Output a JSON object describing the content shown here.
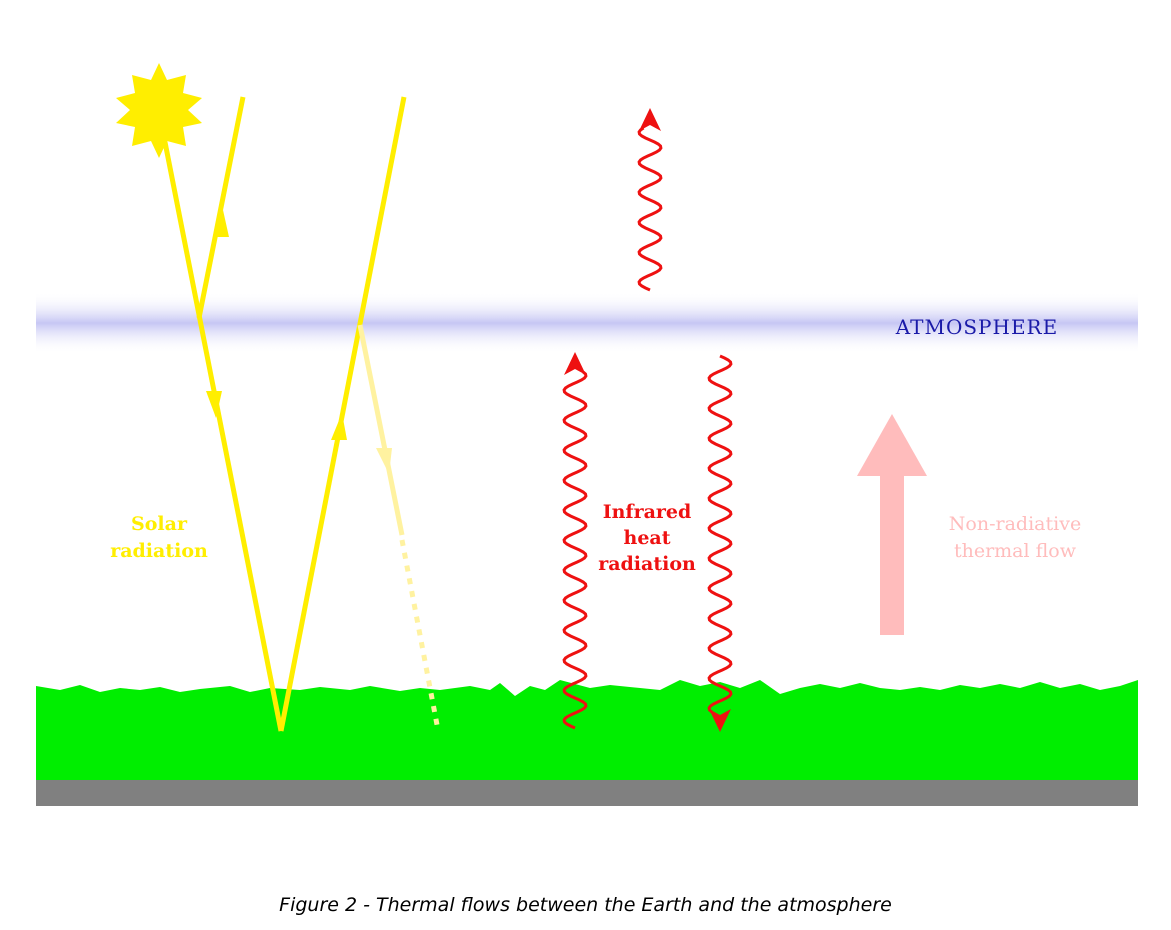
{
  "diagram": {
    "atmosphere_label": "ATMOSPHERE",
    "solar_label": [
      "Solar",
      "radiation"
    ],
    "infrared_label": [
      "Infrared",
      "heat",
      "radiation"
    ],
    "nonradiative_label": [
      "Non-radiative",
      "thermal flow"
    ]
  },
  "caption": "Figure 2 - Thermal flows between the Earth and the atmosphere",
  "colors": {
    "sun": "#ffee00",
    "solar": "#ffee00",
    "solar_faded": "#fff2a0",
    "infrared": "#ee1111",
    "atmosphere_band": "#c8c8f4",
    "atmosphere_text": "#1a1aa8",
    "ground": "#00ee00",
    "bedrock": "#808080",
    "thermal_arrow": "#ffbcbc"
  },
  "icons": [
    "sun-icon",
    "up-arrow-icon",
    "down-arrow-icon"
  ]
}
